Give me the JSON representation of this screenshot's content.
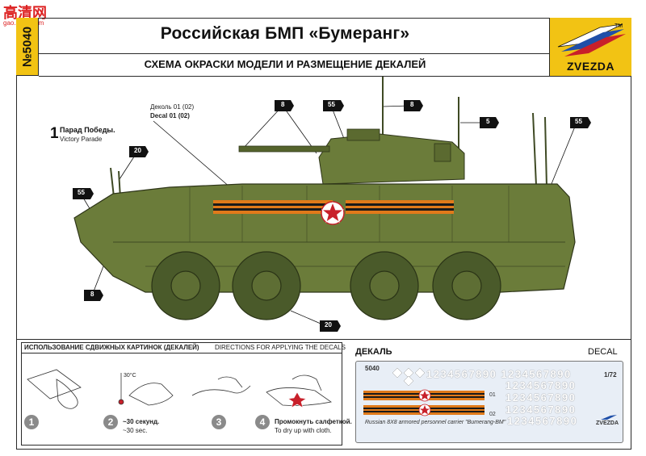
{
  "watermark": {
    "main": "高清网",
    "sub": "gao.shou.com"
  },
  "header": {
    "kit_number": "№5040",
    "title": "Российская БМП «Бумеранг»",
    "subtitle": "СХЕМА ОКРАСКИ МОДЕЛИ И РАЗМЕЩЕНИЕ ДЕКАЛЕЙ",
    "brand": "ZVEZDA"
  },
  "variant": {
    "number": "1",
    "name_ru": "Парад Победы.",
    "name_en": "Victory Parade"
  },
  "decal_label": {
    "ru": "Деколь 01 (02)",
    "en": "Decal 01 (02)"
  },
  "callouts": [
    {
      "id": "c8a",
      "value": "8"
    },
    {
      "id": "c55a",
      "value": "55"
    },
    {
      "id": "c8b",
      "value": "8"
    },
    {
      "id": "c5",
      "value": "5"
    },
    {
      "id": "c55b",
      "value": "55"
    },
    {
      "id": "c20a",
      "value": "20"
    },
    {
      "id": "c55c",
      "value": "55"
    },
    {
      "id": "c8c",
      "value": "8"
    },
    {
      "id": "c20b",
      "value": "20"
    }
  ],
  "directions": {
    "title_ru": "ИСПОЛЬЗОВАНИЕ СДВИЖНЫХ КАРТИНОК (ДЕКАЛЕЙ)",
    "title_en": "DIRECTIONS FOR APPLYING THE DECALS",
    "steps": [
      {
        "num": "1"
      },
      {
        "num": "2",
        "note_ru": "~30 секунд.",
        "note_en": "~30 sec.",
        "temp": "30°C"
      },
      {
        "num": "3"
      },
      {
        "num": "4",
        "note_ru": "Промокнуть салфеткой.",
        "note_en": "To dry up with cloth."
      }
    ]
  },
  "decal_sheet": {
    "title_ru": "ДЕКАЛЬ",
    "title_en": "DECAL",
    "kit": "5040",
    "scale": "1/72",
    "row1": "1234567890 1234567890",
    "row2": "1234567890",
    "row3": "1234567890",
    "row4": "1234567890",
    "row5": "1234567890",
    "idx1": "01",
    "idx2": "02",
    "caption": "Russian 8X8 armored personnel carrier \"Bumerang-BM\"",
    "brand": "ZVEZDA"
  },
  "colors": {
    "accent_yellow": "#f2c314",
    "hull_green": "#6b7c3a",
    "tire_green": "#4a5a2a",
    "ribbon_orange": "#e07a1a",
    "star_red": "#c8202a",
    "flag_blue": "#1f4fa8"
  }
}
